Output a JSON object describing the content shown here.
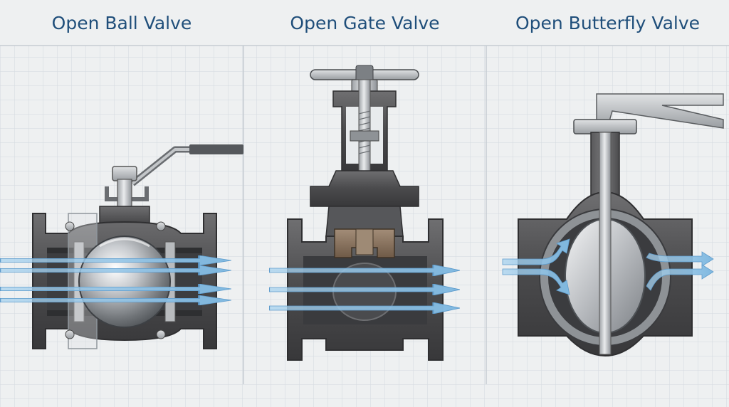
{
  "panels": [
    {
      "title": "Open Ball Valve"
    },
    {
      "title": "Open Gate Valve"
    },
    {
      "title": "Open Butterfly Valve"
    }
  ],
  "colors": {
    "background": "#eef0f1",
    "grid": "#d3d9de",
    "title": "#1f4e7a",
    "flow_arrow": "#8fc3e6",
    "cast_iron": "#4d4d4f",
    "steel_light": "#c8cbce",
    "bronze": "#8a7461"
  },
  "icons": [
    "flow-arrow-icon",
    "handwheel-icon",
    "lever-handle-icon"
  ]
}
